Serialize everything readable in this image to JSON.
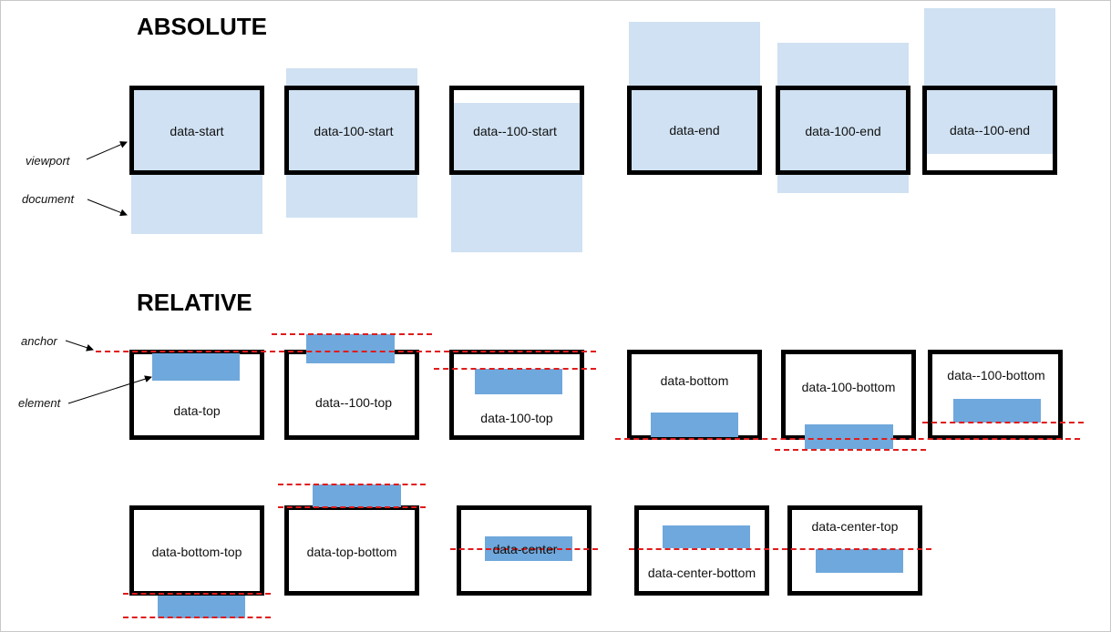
{
  "headings": {
    "absolute": "ABSOLUTE",
    "relative": "RELATIVE"
  },
  "side_labels": {
    "viewport": "viewport",
    "document": "document",
    "anchor": "anchor",
    "element": "element"
  },
  "absolute_examples": [
    {
      "id": "start",
      "label": "data-start"
    },
    {
      "id": "100-start",
      "label": "data-100-start"
    },
    {
      "id": "neg100-start",
      "label": "data--100-start"
    },
    {
      "id": "end",
      "label": "data-end"
    },
    {
      "id": "100-end",
      "label": "data-100-end"
    },
    {
      "id": "neg100-end",
      "label": "data--100-end"
    }
  ],
  "relative_examples": [
    {
      "id": "top",
      "label": "data-top"
    },
    {
      "id": "neg100-top",
      "label": "data--100-top"
    },
    {
      "id": "100-top",
      "label": "data-100-top"
    },
    {
      "id": "bottom",
      "label": "data-bottom"
    },
    {
      "id": "100-bottom",
      "label": "data-100-bottom"
    },
    {
      "id": "neg100-bottom",
      "label": "data--100-bottom"
    },
    {
      "id": "bottom-top",
      "label": "data-bottom-top"
    },
    {
      "id": "top-bottom",
      "label": "data-top-bottom"
    },
    {
      "id": "center",
      "label": "data-center"
    },
    {
      "id": "center-bottom",
      "label": "data-center-bottom"
    },
    {
      "id": "center-top",
      "label": "data-center-top"
    }
  ],
  "colors": {
    "document": "#cfe1f2",
    "element": "#6fa8dc",
    "anchor_line": "#e01b1b",
    "viewport_border": "#000000"
  }
}
